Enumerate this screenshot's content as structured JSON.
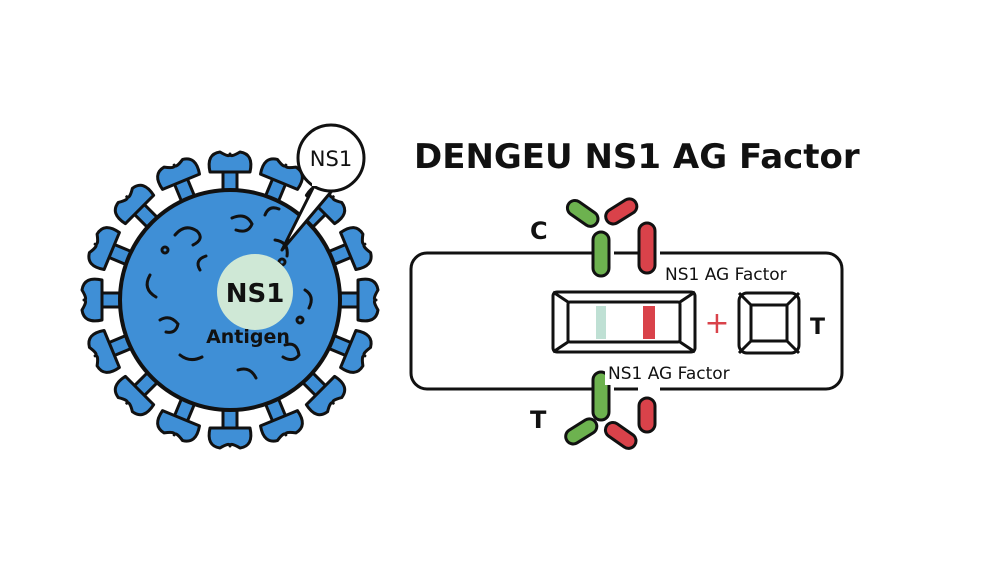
{
  "title": "DENGEU NS1 AG Factor",
  "virus": {
    "callout_label": "NS1",
    "center_label": "NS1",
    "antigen_label": "Antigen"
  },
  "test": {
    "label_c": "C",
    "label_t_bottom": "T",
    "label_t_right": "T",
    "label_ag_top": "NS1 AG Factor",
    "label_ag_bottom": "NS1 AG Factor",
    "plus_sign": "+"
  },
  "colors": {
    "virus_blue": "#3f8fd6",
    "outline": "#111111",
    "center_fill": "#cfe8d6",
    "antibody_green": "#6db24f",
    "antibody_red": "#d9424a",
    "control_band": "#bfe0d4",
    "test_band": "#d9424a"
  }
}
